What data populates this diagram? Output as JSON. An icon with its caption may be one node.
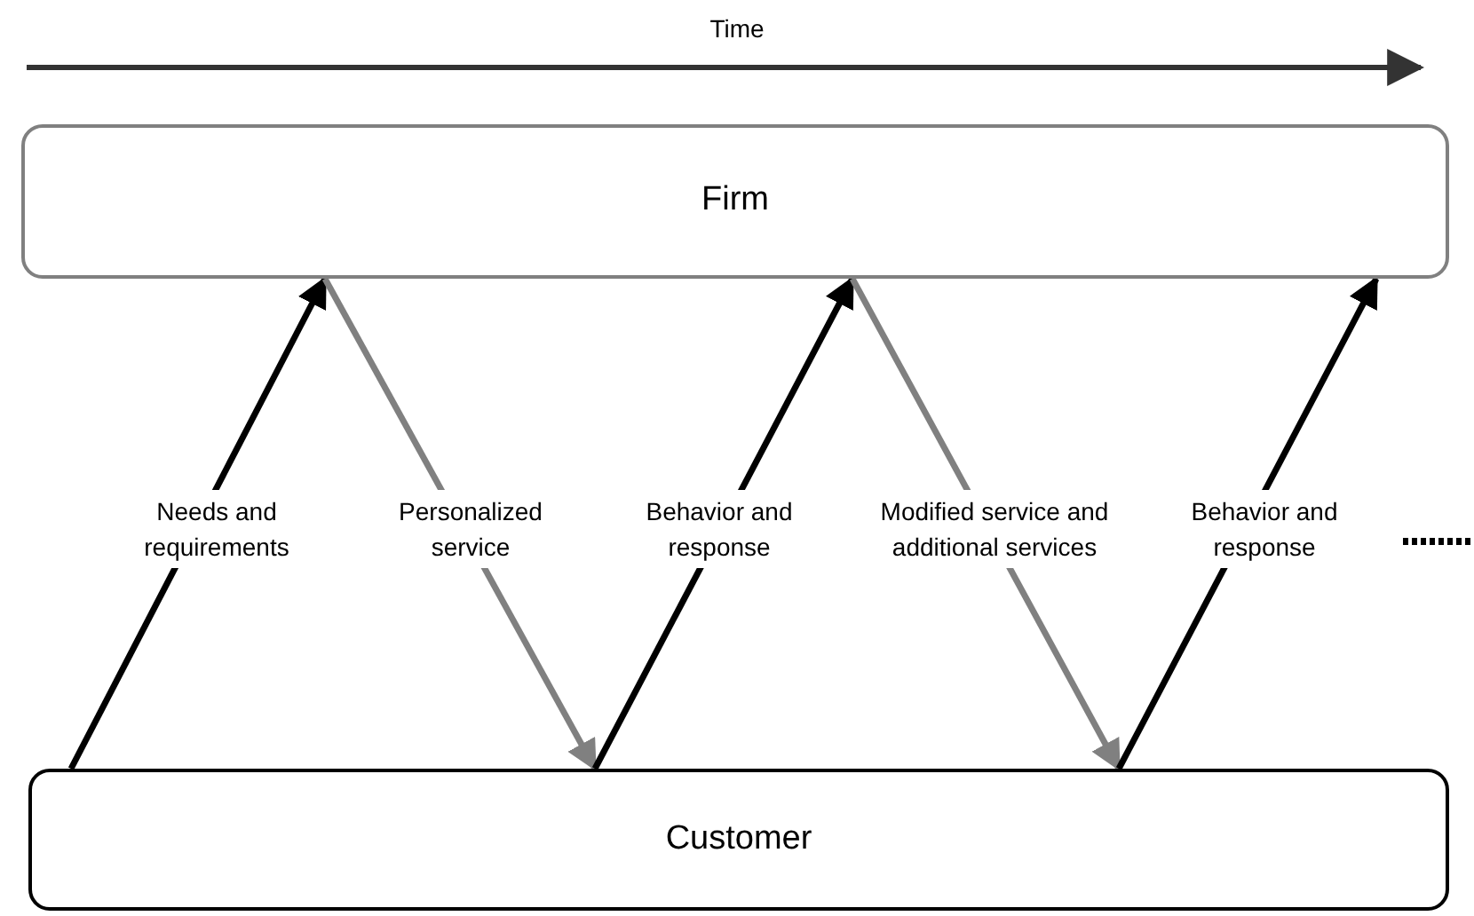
{
  "diagram": {
    "nodes": [
      {
        "text": [
          "Firm"
        ]
      },
      {
        "text": [
          "Customer"
        ]
      }
    ],
    "edges": [
      {
        "from": 1,
        "to": 0,
        "arrow": "to",
        "label": "Needs and requirements"
      },
      {
        "from": 0,
        "to": 1,
        "arrow": "to",
        "label": "Personalized service",
        "color": "#808080"
      },
      {
        "from": 1,
        "to": 0,
        "arrow": "to",
        "label": "Behavior and response"
      },
      {
        "from": 0,
        "to": 1,
        "arrow": "to",
        "label": "Modified service and additional services",
        "color": "#808080"
      },
      {
        "from": 1,
        "to": 0,
        "arrow": "to",
        "label": "Behavior and response"
      }
    ],
    "labels": [
      "Time"
    ]
  }
}
